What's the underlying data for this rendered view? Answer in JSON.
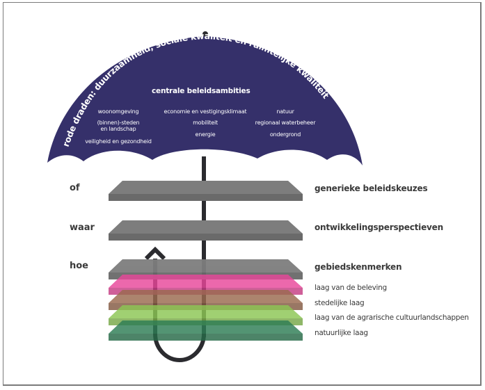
{
  "umbrella": {
    "arc_text": "rode draden: duurzaamheid, sociale kwaliteit en ruimtelijke kwaliteit",
    "title": "centrale beleidsambities",
    "ambitions": {
      "col1": [
        "woonomgeving",
        "(binnen)-steden",
        "en landschap",
        "veiligheid en gezondheid"
      ],
      "col2": [
        "economie en vestigingsklimaat",
        "mobiliteit",
        "energie"
      ],
      "col3": [
        "natuur",
        "regionaal waterbeheer",
        "ondergrond"
      ]
    },
    "color": "#35306a"
  },
  "levels": [
    {
      "question": "of",
      "label": "generieke beleidskeuzes"
    },
    {
      "question": "waar",
      "label": "ontwikkelingsperspectieven"
    },
    {
      "question": "hoe",
      "label": "gebiedskenmerken"
    }
  ],
  "sublayers": [
    {
      "label": "laag van de beleving",
      "color": "#e8479a"
    },
    {
      "label": "stedelijke laag",
      "color": "#9a6a4f"
    },
    {
      "label": "laag van de agrarische cultuurlandschappen",
      "color": "#8cc654"
    },
    {
      "label": "natuurlijke laag",
      "color": "#2e7d55"
    }
  ],
  "colors": {
    "slab": "#7d7d7d",
    "handle": "#2b2b2f",
    "text": "#3a3a3a"
  }
}
